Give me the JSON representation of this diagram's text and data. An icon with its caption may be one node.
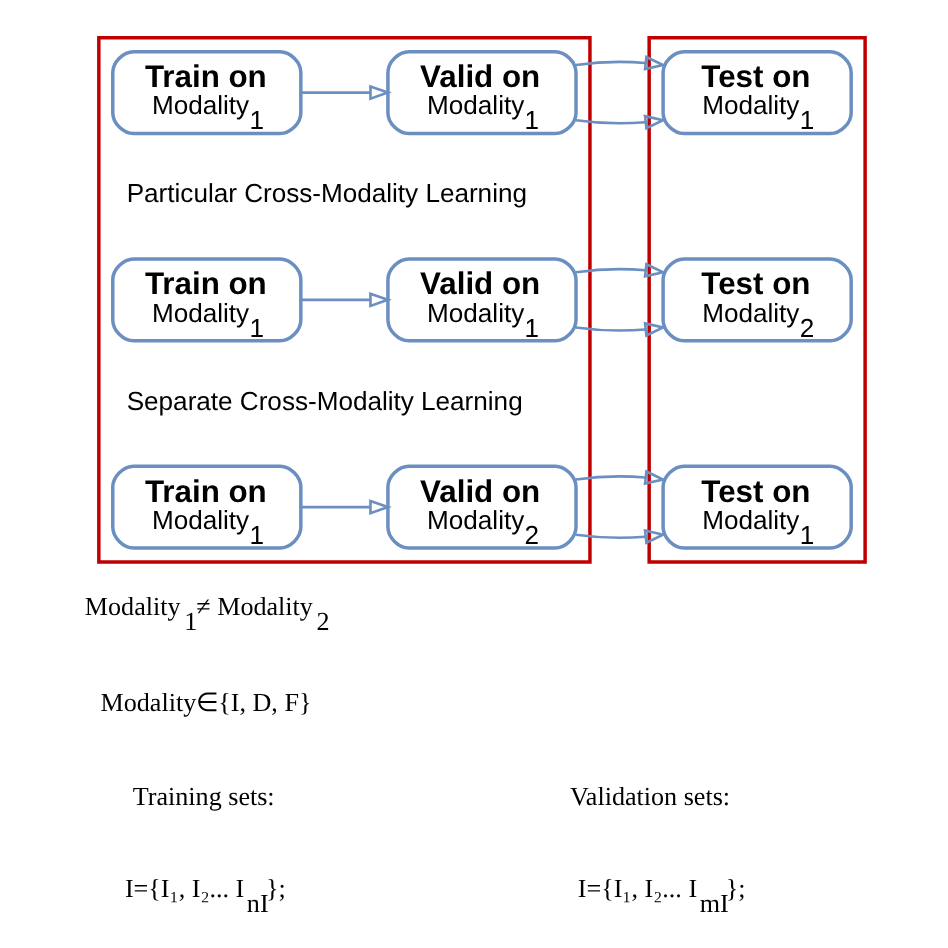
{
  "diagram": {
    "nodes": [
      {
        "text": [],
        "shape": "box"
      },
      {
        "text": [],
        "shape": "box"
      },
      {
        "text": [
          "Train on",
          "Modality$_{1}$"
        ],
        "in": 0
      },
      {
        "text": [
          "Valid on",
          "Modality$_{1}$"
        ],
        "in": 0
      },
      {
        "text": [
          "Test on",
          "Modality$_{1}$"
        ],
        "in": 1
      },
      {
        "text": [
          "Train on",
          "Modality$_{1}$"
        ],
        "in": 0
      },
      {
        "text": [
          "Valid on",
          "Modality$_{1}$"
        ],
        "in": 0
      },
      {
        "text": [
          "Test on",
          "Modality$_{2}$"
        ],
        "in": 1
      },
      {
        "text": [
          "Train on",
          "Modality$_{1}$"
        ],
        "in": 0
      },
      {
        "text": [
          "Valid on",
          "Modality$_{2}$"
        ],
        "in": 0
      },
      {
        "text": [
          "Test on",
          "Modality$_{1}$"
        ],
        "in": 1
      }
    ],
    "edges": [
      {
        "from": 2,
        "to": 3,
        "arrow": "to"
      },
      {
        "from": 3,
        "to": 4,
        "arrow": "to"
      },
      {
        "from": 5,
        "to": 6,
        "arrow": "to"
      },
      {
        "from": 6,
        "to": 7,
        "arrow": "to"
      },
      {
        "from": 8,
        "to": 9,
        "arrow": "to"
      },
      {
        "from": 9,
        "to": 10,
        "arrow": "to"
      }
    ],
    "labels": [
      "Particular Cross-Modality Learning",
      "Separate Cross-Modality Learning",
      "Modality$_{1}$≠ Modality$_{2}$",
      "Modality∈{I, D, F}",
      "Training sets:",
      "Validation sets:",
      "I={I₁, I₂... I$_{nI}$};",
      "I={I₁, I₂... I$_{mI}$};"
    ]
  }
}
